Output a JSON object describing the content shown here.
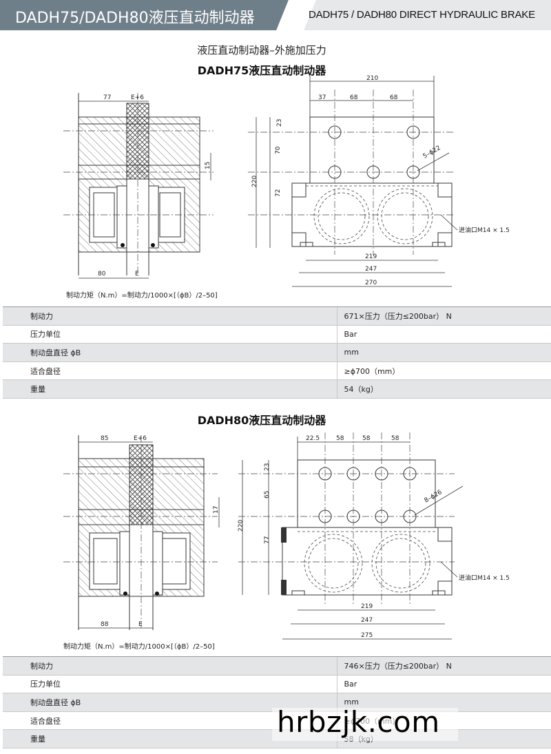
{
  "header": {
    "left_title": "DADH75/DADH80液压直动制动器",
    "right_title": "DADH75 / DADH80 DIRECT HYDRAULIC BRAKE"
  },
  "section_title": "液压直动制动器–外施加压力",
  "dadh75": {
    "title": "DADH75液压直动制动器",
    "dims": {
      "d77": "77",
      "de6": "E+6",
      "d15": "15",
      "d80": "80",
      "dE": "E",
      "d210": "210",
      "d37": "37",
      "d68a": "68",
      "d68b": "68",
      "d23": "23",
      "d70": "70",
      "d72": "72",
      "d220": "220",
      "hole": "5–ϕ22",
      "port": "进油口M14 × 1.5",
      "d219": "219",
      "d247": "247",
      "d270": "270"
    },
    "formula": "制动力矩（N.m）=制动力/1000×[（ϕB）/2–50]",
    "rows": [
      {
        "label": "制动力",
        "value": "671×压力（压力≤200bar） N"
      },
      {
        "label": "压力单位",
        "value": "Bar"
      },
      {
        "label": "制动盘直径 ϕB",
        "value": "mm"
      },
      {
        "label": "适合盘径",
        "value": "≥ϕ700（mm）"
      },
      {
        "label": "重量",
        "value": "54（kg）"
      }
    ]
  },
  "dadh80": {
    "title": "DADH80液压直动制动器",
    "dims": {
      "d85": "85",
      "de6": "E+6",
      "d17": "17",
      "d88": "88",
      "dE": "E",
      "d225": "22.5",
      "d58a": "58",
      "d58b": "58",
      "d58c": "58",
      "d23": "23",
      "d65": "65",
      "d77": "77",
      "d220": "220",
      "hole": "8–ϕ26",
      "port": "进油口M14 × 1.5",
      "d219": "219",
      "d247": "247",
      "d275": "275"
    },
    "formula": "制动力矩（N.m）=制动力/1000×[（ϕB）/2–50]",
    "rows": [
      {
        "label": "制动力",
        "value": "746×压力（压力≤200bar） N"
      },
      {
        "label": "压力单位",
        "value": "Bar"
      },
      {
        "label": "制动盘直径 ϕB",
        "value": "mm"
      },
      {
        "label": "适合盘径",
        "value": "≥ϕ700（mm）"
      },
      {
        "label": "重量",
        "value": "58（kg）"
      }
    ]
  },
  "watermark": "hrbzjk.com"
}
